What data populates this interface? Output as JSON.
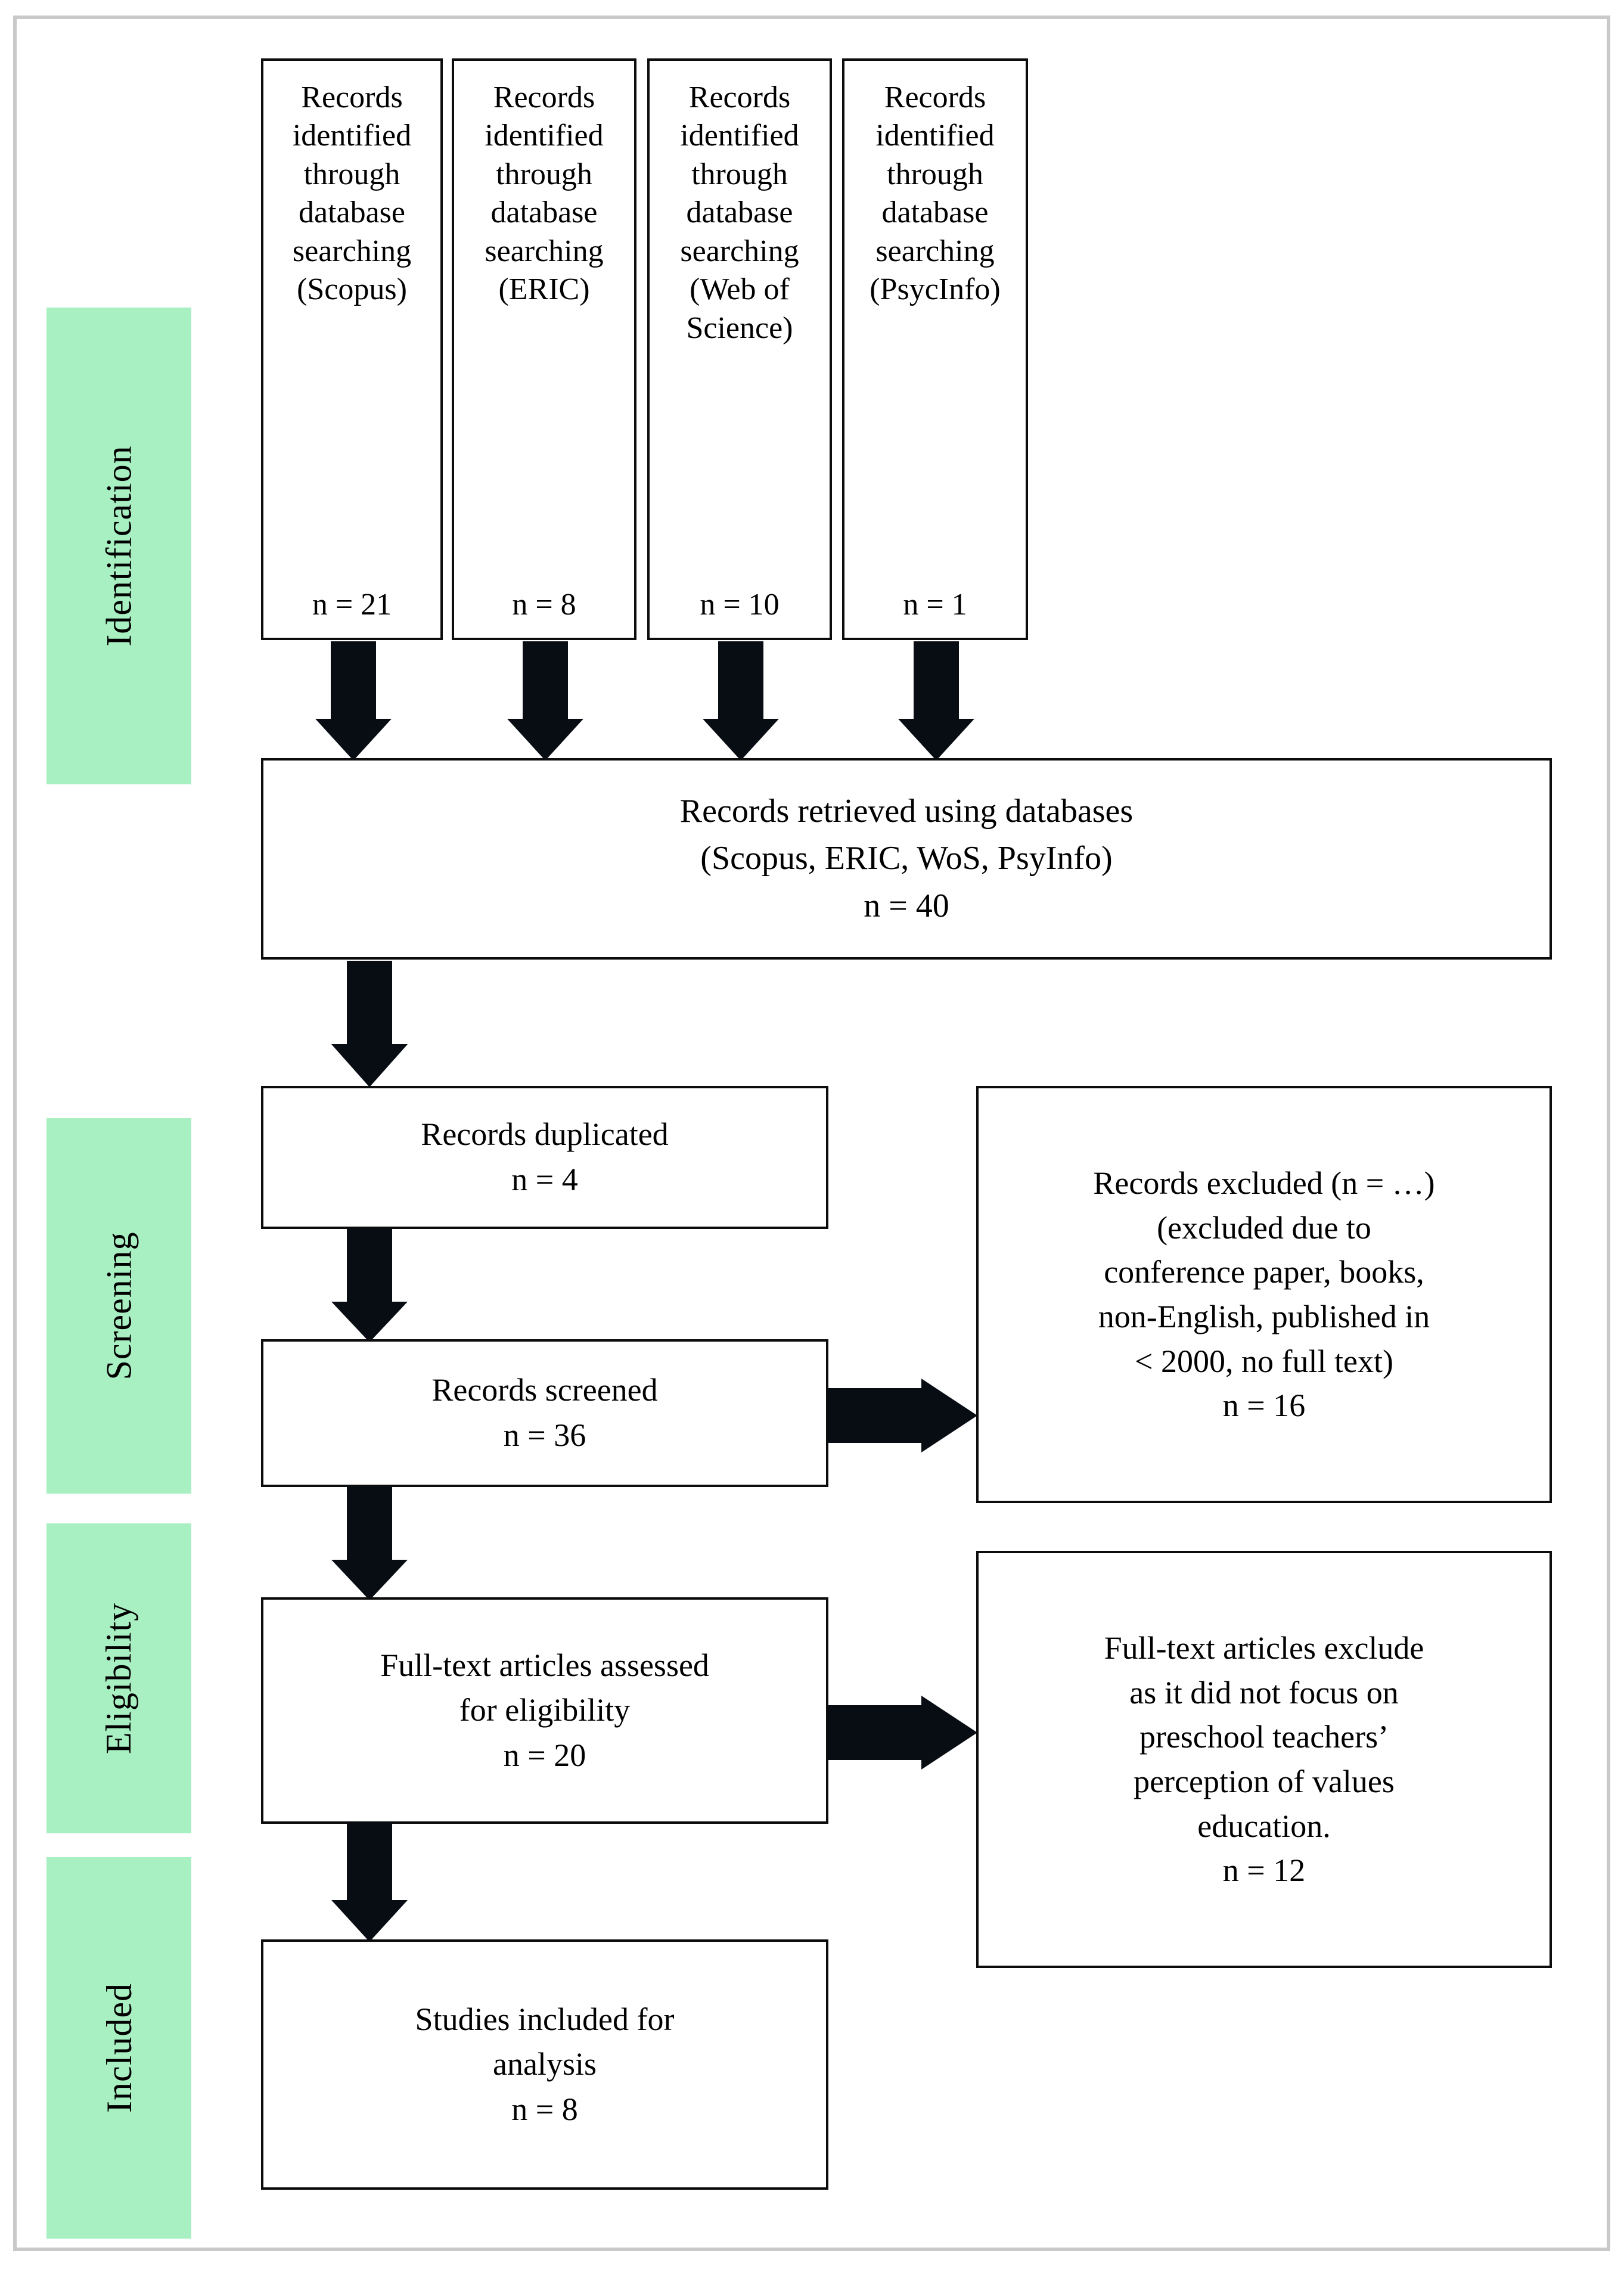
{
  "diagram": {
    "type": "prisma-flow-diagram",
    "accent_green": "#a8efc2",
    "border_color": "#0c0c0c",
    "outer_border_color": "#c9c9c9"
  },
  "stages": [
    {
      "label": "Identification"
    },
    {
      "label": "Screening"
    },
    {
      "label": "Eligibility"
    },
    {
      "label": "Included"
    }
  ],
  "identification_sources": [
    {
      "line1": "Records",
      "line2": "identified",
      "line3": "through",
      "line4": "database",
      "line5": "searching",
      "line6": "(Scopus)",
      "line7": "",
      "n": "n = 21"
    },
    {
      "line1": "Records",
      "line2": "identified",
      "line3": "through",
      "line4": "database",
      "line5": "searching",
      "line6": "(ERIC)",
      "line7": "",
      "n": "n = 8"
    },
    {
      "line1": "Records",
      "line2": "identified",
      "line3": "through",
      "line4": "database",
      "line5": "searching",
      "line6": "(Web of",
      "line7": "Science)",
      "n": "n = 10"
    },
    {
      "line1": "Records",
      "line2": "identified",
      "line3": "through",
      "line4": "database",
      "line5": "searching",
      "line6": "(PsycInfo)",
      "line7": "",
      "n": "n = 1"
    }
  ],
  "retrieved": {
    "line1": "Records retrieved using databases",
    "line2": "(Scopus, ERIC, WoS, PsyInfo)",
    "n": "n = 40"
  },
  "duplicated": {
    "line1": "Records duplicated",
    "n": "n = 4"
  },
  "screened": {
    "line1": "Records screened",
    "n": "n = 36"
  },
  "records_excluded": {
    "line1": "Records excluded (n = …)",
    "line2": "(excluded due to",
    "line3": "conference paper, books,",
    "line4": "non-English, published in",
    "line5": "< 2000, no full text)",
    "n": "n =  16"
  },
  "fulltext_assessed": {
    "line1": "Full-text articles assessed",
    "line2": "for eligibility",
    "n": "n = 20"
  },
  "fulltext_excluded": {
    "line1": "Full-text articles exclude",
    "line2": "as it did not focus on",
    "line3": "preschool teachers’",
    "line4": "perception of values",
    "line5": "education.",
    "n": "n =  12"
  },
  "included_studies": {
    "line1": "Studies included for",
    "line2": "analysis",
    "n": "n =  8"
  }
}
